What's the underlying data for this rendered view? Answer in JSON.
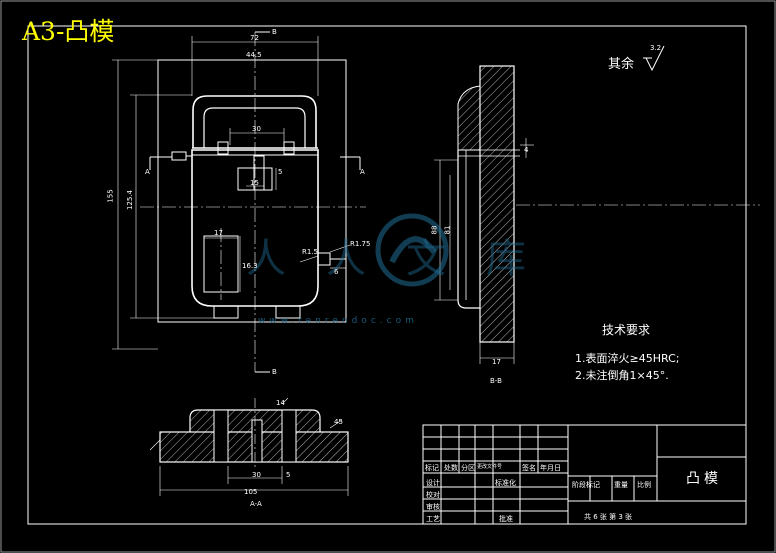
{
  "title": "A3-凸模",
  "surface": {
    "prefix": "其余",
    "roughness": "3.2"
  },
  "tech": {
    "heading": "技术要求",
    "items": [
      "1.表面淬火≥45HRC;",
      "2.未注倒角1×45°."
    ]
  },
  "watermark": {
    "text": "人人文库",
    "url": "www.renrendoc.com"
  },
  "views": {
    "section_aa": "A-A",
    "section_bb": "B-B",
    "mark_a": "A",
    "mark_b": "B"
  },
  "dims": {
    "d72": "72",
    "d445": "44.5",
    "d30": "30",
    "d15": "15",
    "d5": "5",
    "d17": "17",
    "d163": "16.3",
    "d155": "155",
    "d1254": "125.4",
    "r15": "R1.5",
    "r175": "R1.75",
    "d6": "6",
    "d88": "88",
    "d81": "81",
    "d17b": "17",
    "d105": "105",
    "d30b": "30",
    "d5b": "5",
    "d14": "14",
    "d45": "45",
    "d4": "4"
  },
  "titleblock": {
    "part_name": "凸模",
    "row_labels": [
      "标记",
      "处数",
      "分区",
      "更改文件号",
      "签名",
      "年月日"
    ],
    "left_labels": [
      "设计",
      "校对",
      "审核",
      "工艺"
    ],
    "std": "标准化",
    "approve": "批准",
    "stage": "阶段标记",
    "weight": "重量",
    "scale": "比例",
    "sheets": "共 6 张  第 3 张"
  }
}
